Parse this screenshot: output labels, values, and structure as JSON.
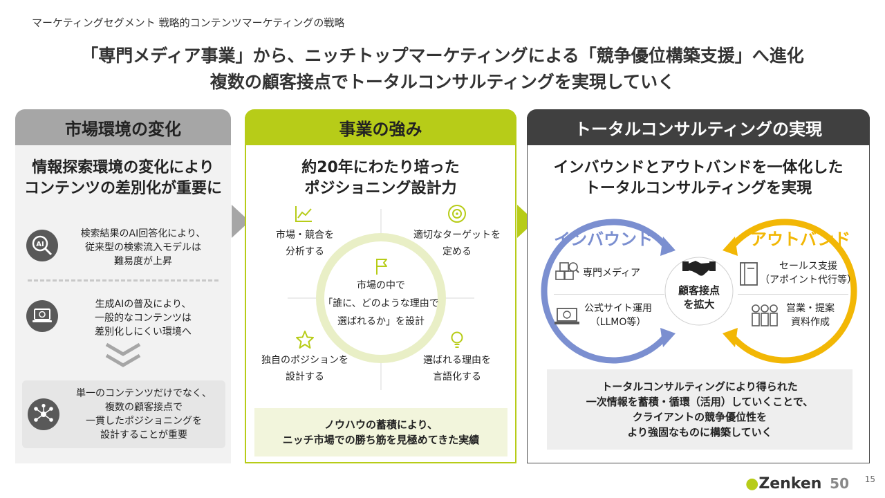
{
  "breadcrumb": "マーケティングセグメント 戦略的コンテンツマーケティングの戦略",
  "headline": {
    "line1": "「専門メディア事業」から、ニッチトップマーケティングによる「競争優位構築支援」へ進化",
    "line2": "複数の顧客接点でトータルコンサルティングを実現していく"
  },
  "col1": {
    "title": "市場環境の変化",
    "lead1": "情報探索環境の変化により",
    "lead2": "コンテンツの差別化が重要に",
    "item1": [
      "検索結果のAI回答化により、",
      "従来型の検索流入モデルは",
      "難易度が上昇"
    ],
    "item2": [
      "生成AIの普及により、",
      "一般的なコンテンツは",
      "差別化しにくい環境へ"
    ],
    "item3": [
      "単一のコンテンツだけでなく、",
      "複数の顧客接点で",
      "一貫したポジショニングを",
      "設計することが重要"
    ],
    "ai_label": "AI"
  },
  "col2": {
    "title": "事業の強み",
    "lead1": "約20年にわたり培った",
    "lead2": "ポジショニング設計力",
    "tl": [
      "市場・競合を",
      "分析する"
    ],
    "tr": [
      "適切なターゲットを",
      "定める"
    ],
    "bl": [
      "独自のポジションを",
      "設計する"
    ],
    "br": [
      "選ばれる理由を",
      "言語化する"
    ],
    "center": [
      "市場の中で",
      "「誰に、どのような理由で",
      "選ばれるか」を設計"
    ],
    "note": [
      "ノウハウの蓄積により、",
      "ニッチ市場での勝ち筋を見極めてきた実績"
    ]
  },
  "col3": {
    "title": "トータルコンサルティングの実現",
    "lead1": "インバウンドとアウトバンドを一体化した",
    "lead2": "トータルコンサルティングを実現",
    "inbound": "インバウンド",
    "outbound": "アウトバンド",
    "center": [
      "顧客接点",
      "を拡大"
    ],
    "svc1": "専門メディア",
    "svc2": [
      "公式サイト運用",
      "（LLMO等）"
    ],
    "svc3": [
      "セールス支援",
      "（アポイント代行等）"
    ],
    "svc4": [
      "営業・提案",
      "資料作成"
    ],
    "note": [
      "トータルコンサルティングにより得られた",
      "一次情報を蓄積・循環（活用）していくことで、",
      "クライアントの競争優位性を",
      "より強固なものに構築していく"
    ]
  },
  "footer": {
    "logo": "Zenken",
    "anniv": "50",
    "page": "15"
  },
  "colors": {
    "accent_green": "#b7cc18",
    "inbound_blue": "#7b8fd0",
    "outbound_yellow": "#f2b705"
  }
}
